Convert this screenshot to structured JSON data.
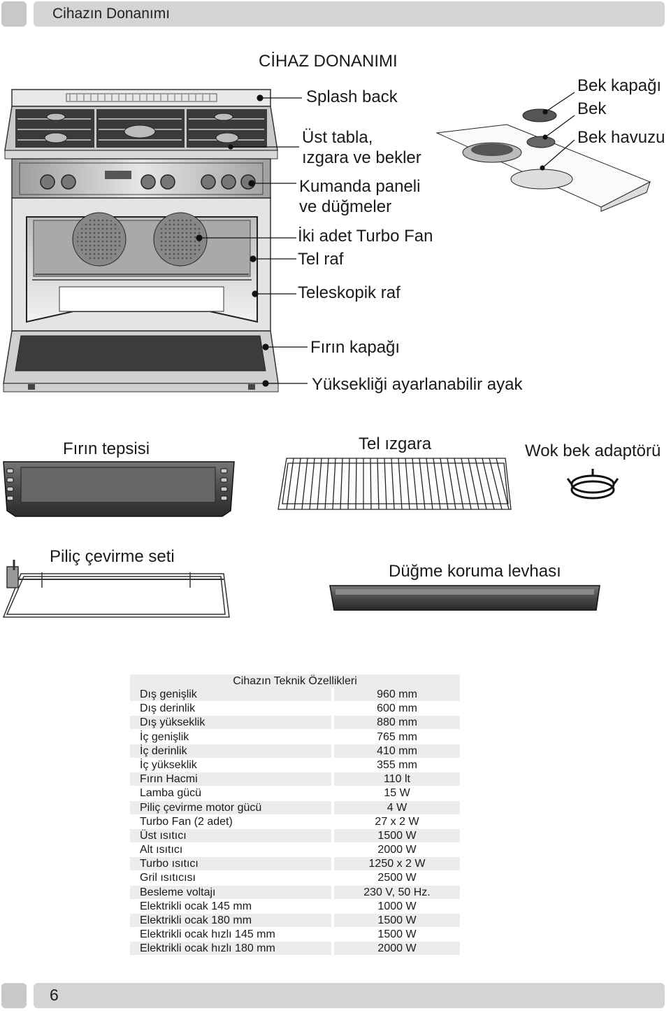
{
  "header": {
    "section_title": "Cihazın Donanımı"
  },
  "page_title": "CİHAZ DONANIMI",
  "oven_labels": {
    "splash_back": "Splash back",
    "top_panel_1": "Üst tabla,",
    "top_panel_2": "ızgara ve bekler",
    "control_panel_1": "Kumanda paneli",
    "control_panel_2": "ve düğmeler",
    "turbo_fan": "İki adet Turbo Fan",
    "wire_shelf": "Tel raf",
    "telescopic": "Teleskopik raf",
    "oven_door": "Fırın kapağı",
    "adjustable_foot": "Yüksekliği ayarlanabilir ayak"
  },
  "burner_labels": {
    "burner_cap": "Bek kapağı",
    "burner": "Bek",
    "burner_base": "Bek havuzu"
  },
  "accessories": {
    "oven_tray": "Fırın tepsisi",
    "wire_grill": "Tel ızgara",
    "wok_adapter": "Wok bek adaptörü",
    "rotisserie": "Piliç çevirme seti",
    "knob_guard": "Düğme koruma levhası"
  },
  "specs": {
    "title": "Cihazın Teknik Özellikleri",
    "rows": [
      {
        "k": "Dış genişlik",
        "v": "960 mm"
      },
      {
        "k": "Dış derinlik",
        "v": "600 mm"
      },
      {
        "k": "Dış yükseklik",
        "v": "880 mm"
      },
      {
        "k": "İç genişlik",
        "v": "765 mm"
      },
      {
        "k": "İç derinlik",
        "v": "410 mm"
      },
      {
        "k": "İç yükseklik",
        "v": "355 mm"
      },
      {
        "k": "Fırın Hacmi",
        "v": "110 lt"
      },
      {
        "k": "Lamba gücü",
        "v": "15 W"
      },
      {
        "k": "Piliç çevirme motor gücü",
        "v": "4 W"
      },
      {
        "k": "Turbo Fan (2 adet)",
        "v": "27 x 2 W"
      },
      {
        "k": "Üst ısıtıcı",
        "v": "1500 W"
      },
      {
        "k": "Alt ısıtıcı",
        "v": "2000 W"
      },
      {
        "k": "Turbo ısıtıcı",
        "v": "1250 x 2 W"
      },
      {
        "k": "Gril ısıtıcısı",
        "v": "2500 W"
      },
      {
        "k": "Besleme voltajı",
        "v": "230 V,  50 Hz."
      },
      {
        "k": "Elektrikli ocak 145 mm",
        "v": "1000 W"
      },
      {
        "k": "Elektrikli ocak 180 mm",
        "v": "1500 W"
      },
      {
        "k": "Elektrikli ocak hızlı 145 mm",
        "v": "1500 W"
      },
      {
        "k": "Elektrikli ocak hızlı 180 mm",
        "v": "2000 W"
      }
    ]
  },
  "footer": {
    "page_number": "6"
  }
}
